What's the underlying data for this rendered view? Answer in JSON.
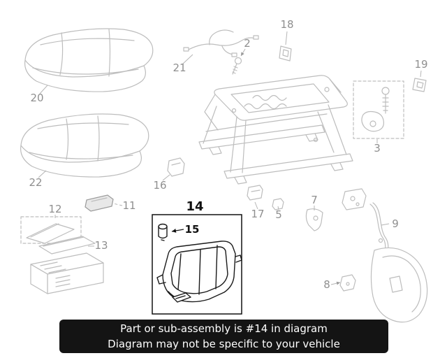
{
  "banner": {
    "line1": "Part or sub-assembly is #14 in diagram",
    "line2": "Diagram may not be specific to your vehicle"
  },
  "diagram": {
    "highlighted_part": "14",
    "callouts": {
      "n2": "2",
      "n3": "3",
      "n5": "5",
      "n7": "7",
      "n8": "8",
      "n9": "9",
      "n11": "11",
      "n12": "12",
      "n13": "13",
      "n14": "14",
      "n15": "15",
      "n16": "16",
      "n17": "17",
      "n18": "18",
      "n19": "19",
      "n20": "20",
      "n21": "21",
      "n22": "22"
    }
  },
  "colors": {
    "banner_bg": "#141414",
    "banner_text": "#ffffff",
    "highlight_line": "#1a1a1a",
    "diagram_line": "#bdbdbd",
    "callout_text": "#8f8f8f"
  }
}
